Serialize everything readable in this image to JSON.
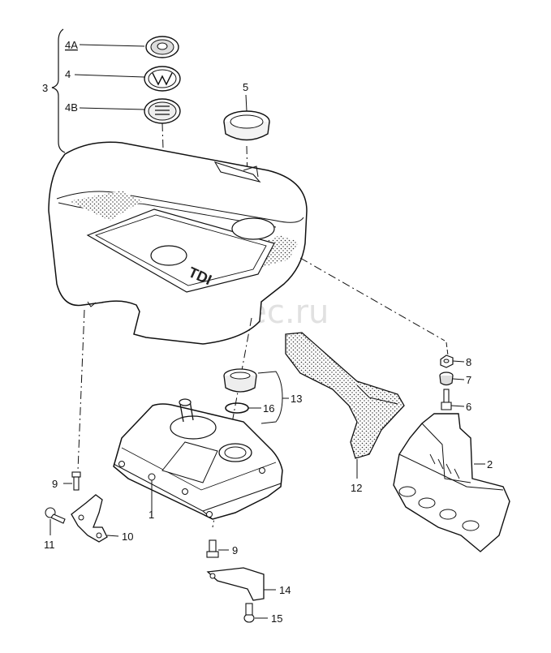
{
  "watermark": "vagtec.ru",
  "cover_badge": "TDI",
  "callouts": {
    "p4a": "4A",
    "p4": "4",
    "p4b": "4B",
    "p3": "3",
    "p5": "5",
    "p8": "8",
    "p7": "7",
    "p6": "6",
    "p2": "2",
    "p13": "13",
    "p16": "16",
    "p12": "12",
    "p1": "1",
    "p9a": "9",
    "p11": "11",
    "p10": "10",
    "p9b": "9",
    "p14": "14",
    "p15": "15"
  },
  "icons": [
    "emblem-4a-icon",
    "vw-emblem-icon",
    "emblem-4b-icon"
  ],
  "colors": {
    "line": "#111111",
    "fill": "#ffffff",
    "watermark": "#c9c9c9"
  }
}
